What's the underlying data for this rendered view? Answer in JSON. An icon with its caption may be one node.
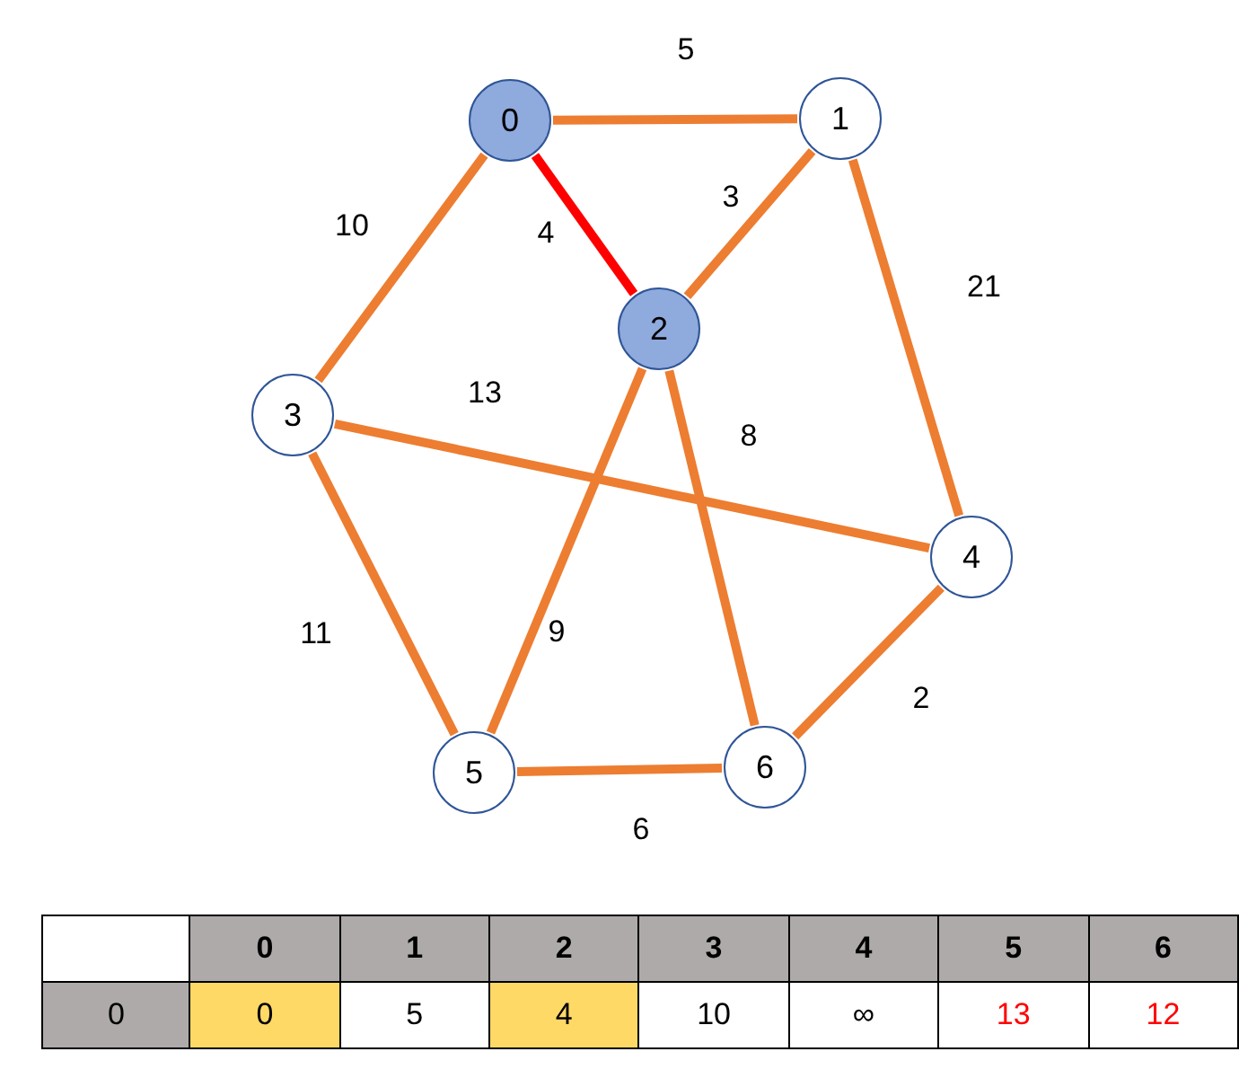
{
  "diagram": {
    "nodes": [
      {
        "text": [
          "0"
        ]
      },
      {
        "text": [
          "1"
        ]
      },
      {
        "text": [
          "2"
        ]
      },
      {
        "text": [
          "3"
        ]
      },
      {
        "text": [
          "4"
        ]
      },
      {
        "text": [
          "5"
        ]
      },
      {
        "text": [
          "6"
        ]
      }
    ],
    "edges": [
      {
        "from": 0,
        "to": 1,
        "arrow": "none",
        "label": "5"
      },
      {
        "from": 0,
        "to": 2,
        "arrow": "none",
        "label": "4",
        "color": "#ff0000"
      },
      {
        "from": 0,
        "to": 3,
        "arrow": "none",
        "label": "10"
      },
      {
        "from": 1,
        "to": 2,
        "arrow": "none",
        "label": "3"
      },
      {
        "from": 1,
        "to": 4,
        "arrow": "none",
        "label": "21"
      },
      {
        "from": 3,
        "to": 4,
        "arrow": "none",
        "label": "13"
      },
      {
        "from": 2,
        "to": 5,
        "arrow": "none",
        "label": "9"
      },
      {
        "from": 2,
        "to": 6,
        "arrow": "none",
        "label": "8"
      },
      {
        "from": 3,
        "to": 5,
        "arrow": "none",
        "label": "11"
      },
      {
        "from": 5,
        "to": 6,
        "arrow": "none",
        "label": "6"
      },
      {
        "from": 4,
        "to": 6,
        "arrow": "none",
        "label": "2"
      }
    ],
    "labels": [
      "0",
      "1",
      "2",
      "3",
      "4",
      "5",
      "6",
      "0",
      "0",
      "5",
      "4",
      "10",
      "∞",
      "13",
      "12"
    ]
  }
}
